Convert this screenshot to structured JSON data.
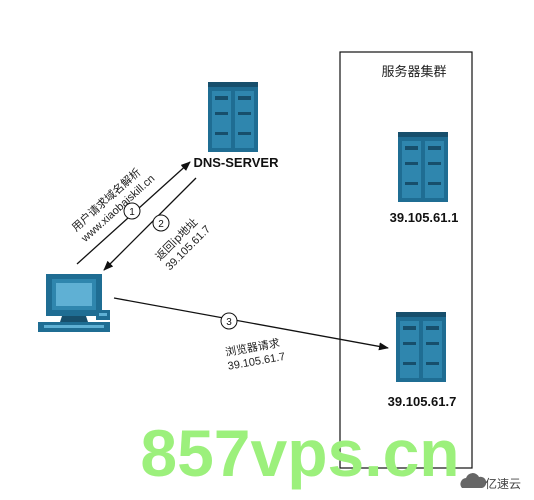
{
  "colors": {
    "server_body": "#1f6d93",
    "server_panel": "#2f86ae",
    "server_dark": "#174f6c",
    "line": "#111111",
    "text": "#222222",
    "watermark": "#9cf07c"
  },
  "cluster": {
    "title": "服务器集群"
  },
  "dns_server": {
    "label": "DNS-SERVER"
  },
  "servers": [
    {
      "ip": "39.105.61.1"
    },
    {
      "ip": "39.105.61.7"
    }
  ],
  "steps": [
    {
      "number": "1",
      "line1": "用户请求域名解析",
      "line2": "www.xiaobaiskill.cn"
    },
    {
      "number": "2",
      "line1": "返回ip地址",
      "line2": "39.105.61.7"
    },
    {
      "number": "3",
      "line1": "浏览器请求",
      "line2": "39.105.61.7"
    }
  ],
  "watermark": {
    "text": "857vps.cn"
  },
  "brand": {
    "text": "亿速云"
  },
  "icons": [
    "server-icon",
    "computer-icon",
    "cloud-logo-icon"
  ]
}
